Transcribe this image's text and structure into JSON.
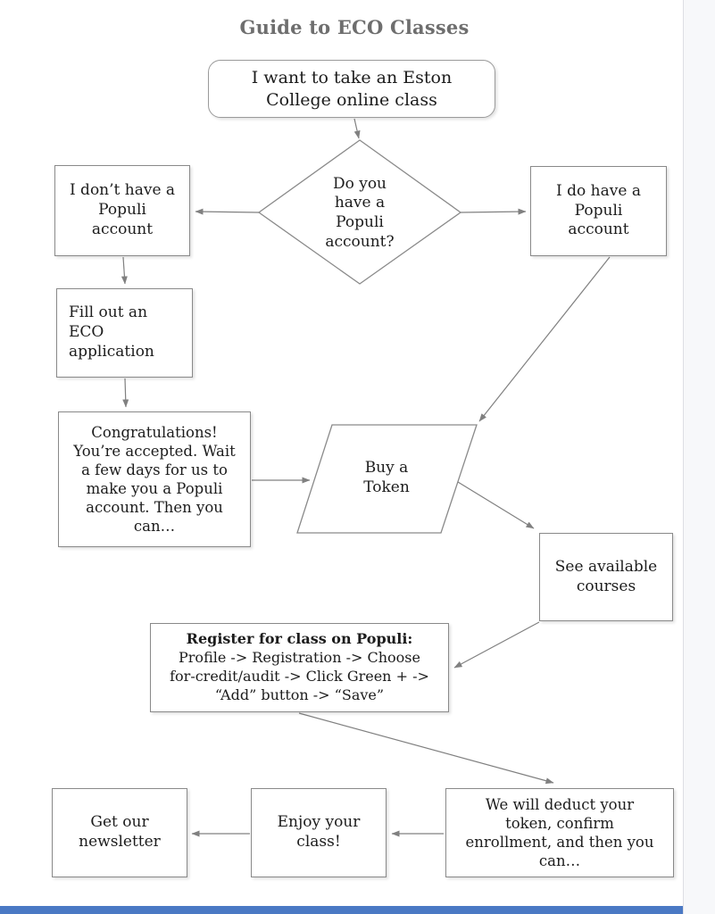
{
  "page": {
    "title": "Guide to ECO Classes"
  },
  "flowchart": {
    "nodes": {
      "start": {
        "shape": "rounded-rectangle",
        "label": "I want to take an Eston\nCollege online class"
      },
      "decision": {
        "shape": "diamond",
        "label": "Do you\nhave a\nPopuli\naccount?"
      },
      "no_account": {
        "shape": "rectangle",
        "label": "I don’t have a\nPopuli\naccount"
      },
      "yes_account": {
        "shape": "rectangle",
        "label": "I do have a\nPopuli\naccount"
      },
      "eco_application": {
        "shape": "rectangle",
        "label": "Fill out an ECO\napplication"
      },
      "congrats": {
        "shape": "rectangle",
        "label": "Congratulations!\nYou’re accepted. Wait\na few days for us to\nmake you a Populi\naccount. Then you\ncan…"
      },
      "buy_token": {
        "shape": "parallelogram",
        "label": "Buy a\nToken"
      },
      "see_courses": {
        "shape": "rectangle",
        "label": "See available\ncourses"
      },
      "register": {
        "shape": "rectangle",
        "heading": "Register for class on Populi:",
        "body": "Profile -> Registration -> Choose\nfor-credit/audit -> Click Green + ->\n“Add” button -> “Save”"
      },
      "deduct": {
        "shape": "rectangle",
        "label": "We will deduct your\ntoken, confirm\nenrollment, and then you\ncan…"
      },
      "enjoy": {
        "shape": "rectangle",
        "label": "Enjoy your\nclass!"
      },
      "newsletter": {
        "shape": "rectangle",
        "label": "Get our\nnewsletter"
      }
    },
    "edges": [
      {
        "from": "start",
        "to": "decision"
      },
      {
        "from": "decision",
        "to": "no_account"
      },
      {
        "from": "decision",
        "to": "yes_account"
      },
      {
        "from": "no_account",
        "to": "eco_application"
      },
      {
        "from": "eco_application",
        "to": "congrats"
      },
      {
        "from": "congrats",
        "to": "buy_token"
      },
      {
        "from": "yes_account",
        "to": "buy_token"
      },
      {
        "from": "buy_token",
        "to": "see_courses"
      },
      {
        "from": "see_courses",
        "to": "register"
      },
      {
        "from": "register",
        "to": "deduct"
      },
      {
        "from": "deduct",
        "to": "enjoy"
      },
      {
        "from": "enjoy",
        "to": "newsletter"
      }
    ],
    "colors": {
      "title_gray": "#6e6e6e",
      "box_border": "#898989",
      "connector_gray": "#808080",
      "text": "#1c1c1c",
      "bottom_bar_blue": "#4a79c4",
      "gutter_bg": "#f7f8fa"
    }
  }
}
